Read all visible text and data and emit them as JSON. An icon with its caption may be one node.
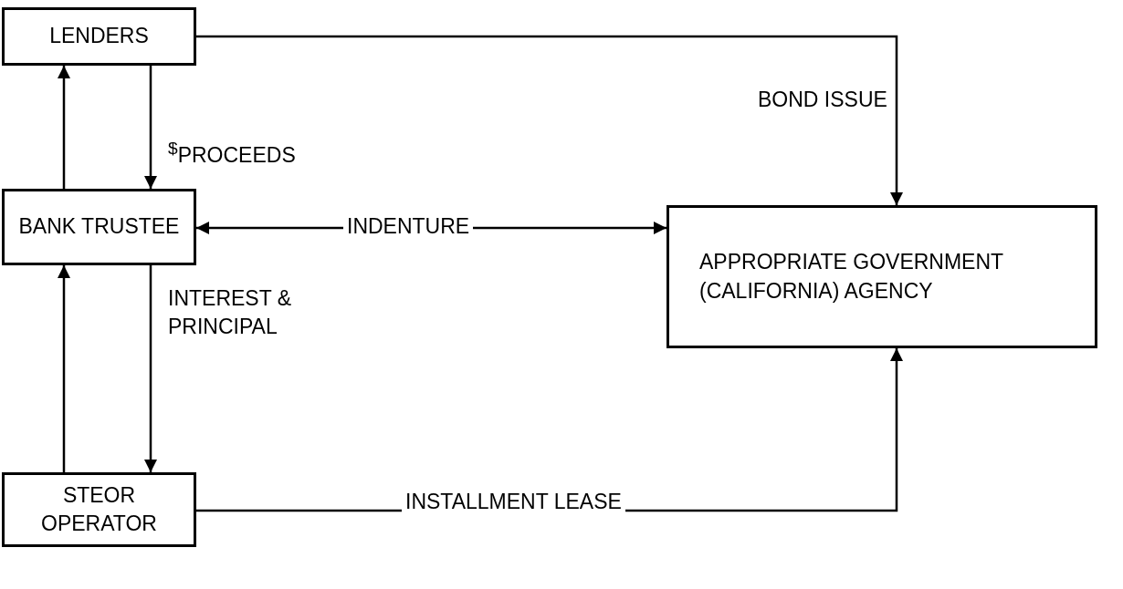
{
  "diagram": {
    "nodes": [
      {
        "text": [
          "LENDERS"
        ]
      },
      {
        "text": [
          "BANK TRUSTEE"
        ]
      },
      {
        "text": [
          "STEOR OPERATOR"
        ]
      },
      {
        "text": [
          "APPROPRIATE GOVERNMENT (CALIFORNIA) AGENCY"
        ]
      }
    ],
    "edges": [
      {
        "from": 1,
        "to": 0,
        "arrow": "to"
      },
      {
        "from": 0,
        "to": 1,
        "arrow": "to",
        "label": "$^{$}$PROCEEDS"
      },
      {
        "from": 0,
        "to": 3,
        "arrow": "to",
        "label": "BOND ISSUE"
      },
      {
        "from": 1,
        "to": 3,
        "arrow": "both",
        "label": "INDENTURE"
      },
      {
        "from": 1,
        "to": 2,
        "arrow": "to",
        "label": "INTEREST & PRINCIPAL"
      },
      {
        "from": 2,
        "to": 1,
        "arrow": "to"
      },
      {
        "from": 2,
        "to": 3,
        "arrow": "to",
        "label": "INSTALLMENT LEASE"
      }
    ]
  }
}
